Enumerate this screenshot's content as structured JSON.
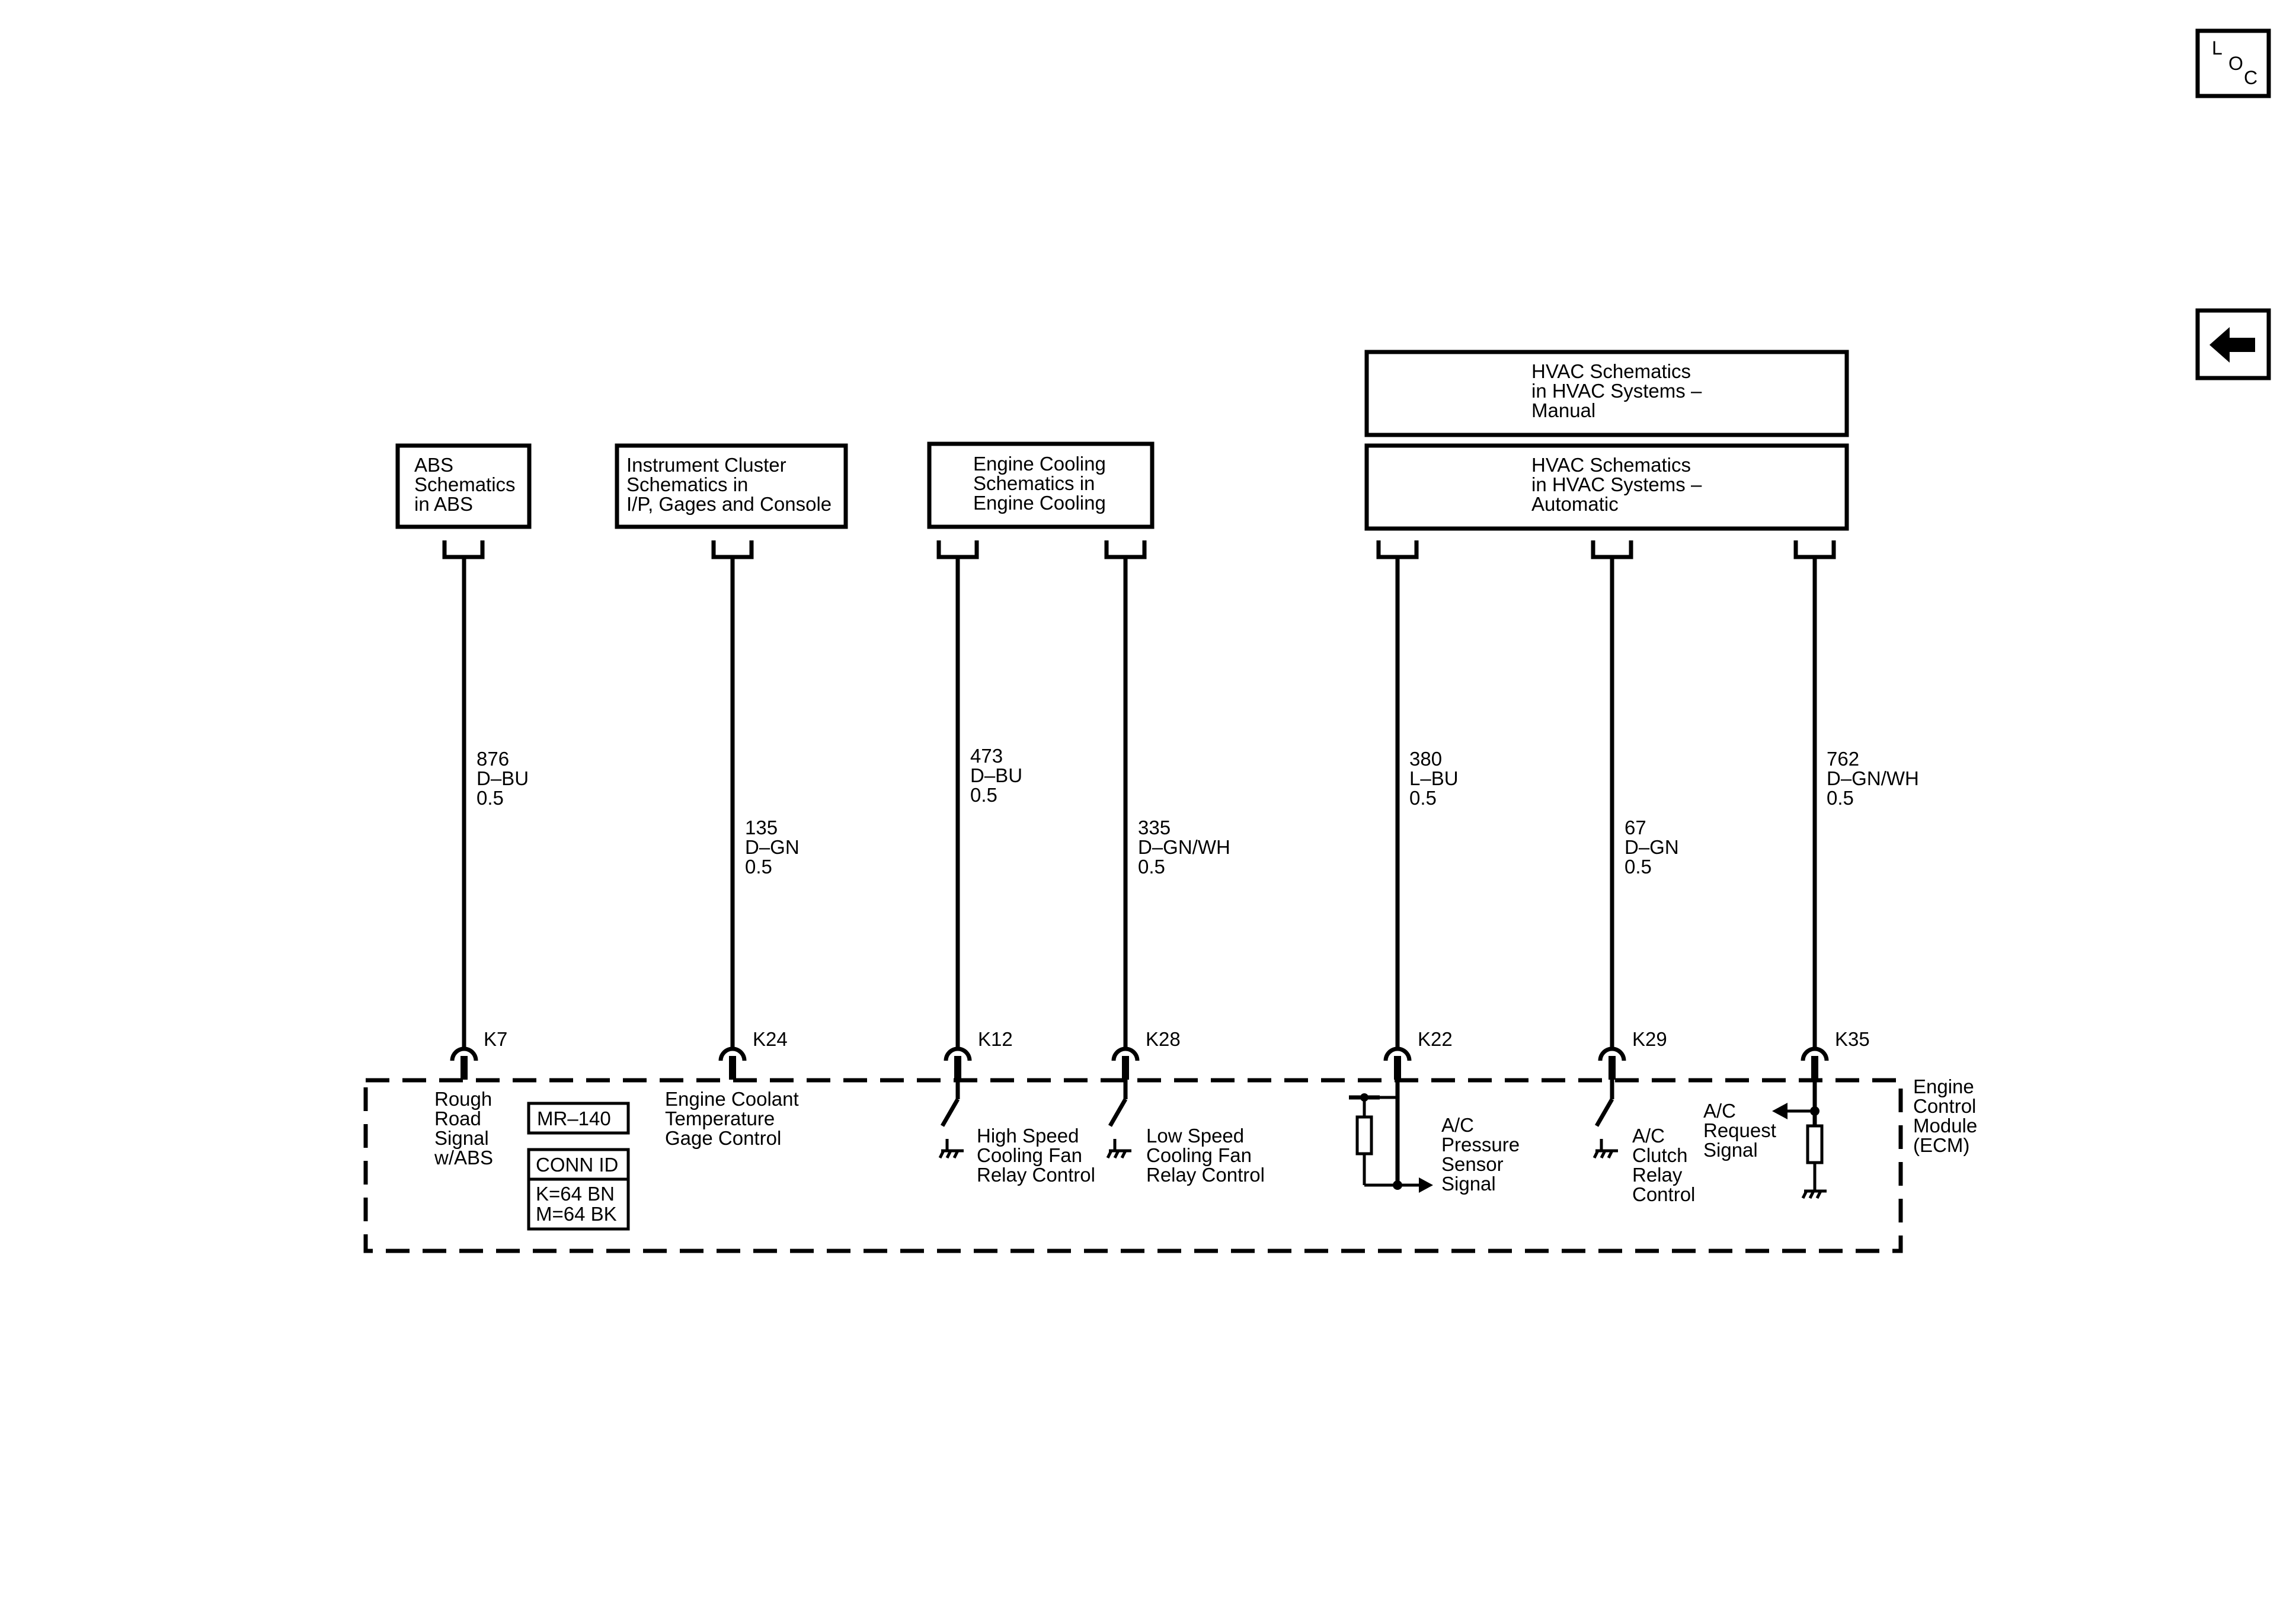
{
  "nav": {
    "loc_button": [
      "L",
      "O",
      "C"
    ],
    "back_icon": "left-arrow-icon"
  },
  "boxes": [
    {
      "id": "abs",
      "lines": [
        "ABS",
        "Schematics",
        "in ABS"
      ]
    },
    {
      "id": "instrument-cluster",
      "lines": [
        "Instrument Cluster",
        "Schematics in",
        "I/P, Gages and Console"
      ]
    },
    {
      "id": "engine-cooling",
      "lines": [
        "Engine Cooling",
        "Schematics in",
        "Engine Cooling"
      ]
    },
    {
      "id": "hvac-manual",
      "lines": [
        "HVAC Schematics",
        "in HVAC Systems –",
        "Manual"
      ]
    },
    {
      "id": "hvac-automatic",
      "lines": [
        "HVAC Schematics",
        "in HVAC Systems –",
        "Automatic"
      ]
    }
  ],
  "wires": [
    {
      "circuit": "876",
      "color": "D–BU",
      "size": "0.5",
      "pin": "K7"
    },
    {
      "circuit": "135",
      "color": "D–GN",
      "size": "0.5",
      "pin": "K24"
    },
    {
      "circuit": "473",
      "color": "D–BU",
      "size": "0.5",
      "pin": "K12"
    },
    {
      "circuit": "335",
      "color": "D–GN/WH",
      "size": "0.5",
      "pin": "K28"
    },
    {
      "circuit": "380",
      "color": "L–BU",
      "size": "0.5",
      "pin": "K22"
    },
    {
      "circuit": "67",
      "color": "D–GN",
      "size": "0.5",
      "pin": "K29"
    },
    {
      "circuit": "762",
      "color": "D–GN/WH",
      "size": "0.5",
      "pin": "K35"
    }
  ],
  "ecm": {
    "name_lines": [
      "Engine",
      "Control",
      "Module",
      "(ECM)"
    ],
    "mr_label": "MR–140",
    "conn_id_label": "CONN ID",
    "conn_id_values": [
      "K=64 BN",
      "M=64 BK"
    ]
  },
  "functions": [
    {
      "pin": "K7",
      "lines": [
        "Rough",
        "Road",
        "Signal",
        "w/ABS"
      ]
    },
    {
      "pin": "K24",
      "lines": [
        "Engine Coolant",
        "Temperature",
        "Gage Control"
      ]
    },
    {
      "pin": "K12",
      "lines": [
        "High Speed",
        "Cooling Fan",
        "Relay Control"
      ]
    },
    {
      "pin": "K28",
      "lines": [
        "Low Speed",
        "Cooling Fan",
        "Relay Control"
      ]
    },
    {
      "pin": "K22",
      "lines": [
        "A/C",
        "Pressure",
        "Sensor",
        "Signal"
      ]
    },
    {
      "pin": "K29",
      "lines": [
        "A/C",
        "Clutch",
        "Relay",
        "Control"
      ]
    },
    {
      "pin": "K35",
      "lines": [
        "A/C",
        "Request",
        "Signal"
      ]
    }
  ]
}
